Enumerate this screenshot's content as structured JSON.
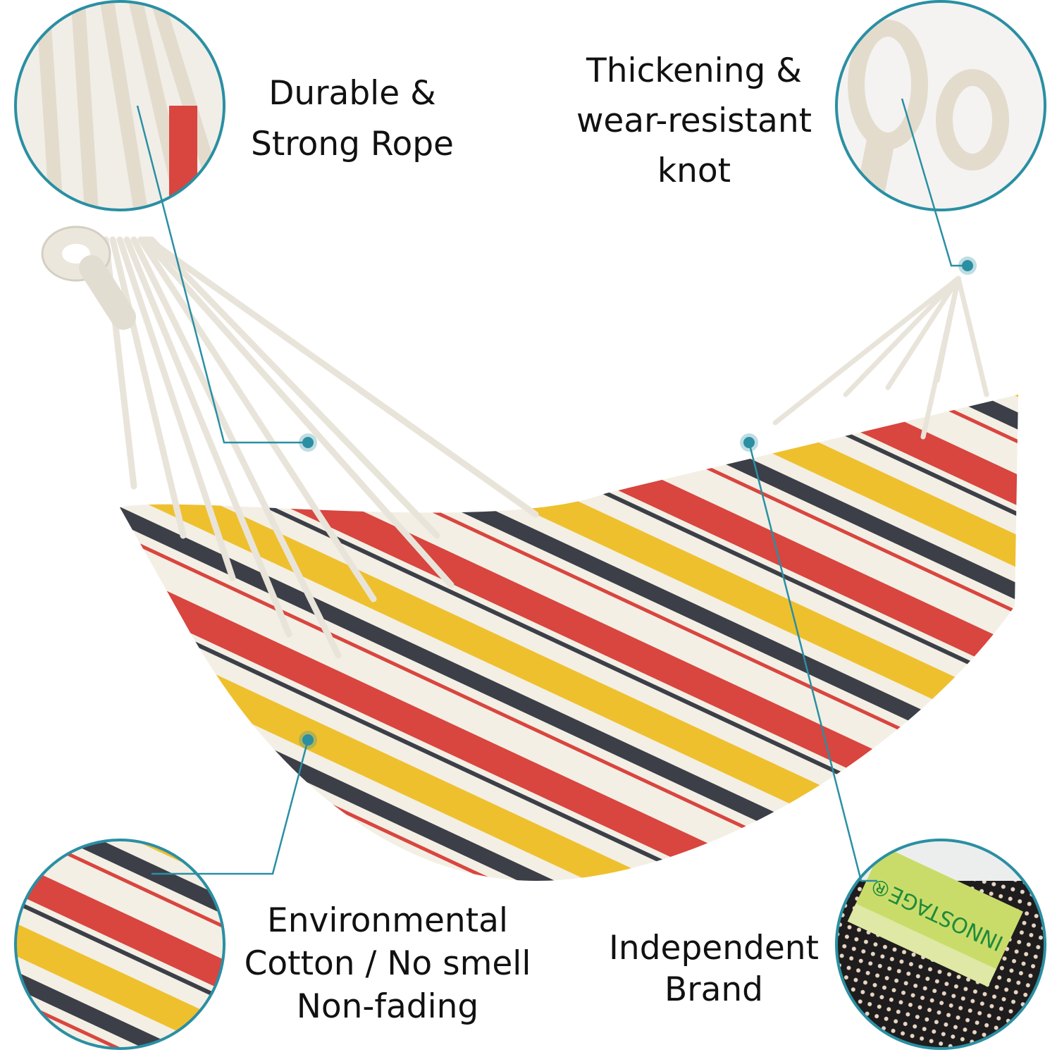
{
  "features": {
    "rope": {
      "lines": [
        "Durable &",
        "Strong Rope"
      ]
    },
    "knot": {
      "lines": [
        "Thickening &",
        "wear-resistant",
        "knot"
      ]
    },
    "cotton": {
      "lines": [
        "Environmental",
        "Cotton / No smell",
        "Non-fading"
      ]
    },
    "brand": {
      "lines": [
        "Independent",
        "Brand"
      ],
      "label_text": "INNOSTAGE®"
    }
  },
  "colors": {
    "accent": "#2a8fa3",
    "red": "#d9453f",
    "yellow": "#efc02e",
    "charcoal": "#3c3f48",
    "cream": "#f3efe4",
    "label_green": "#c9dc6a"
  }
}
